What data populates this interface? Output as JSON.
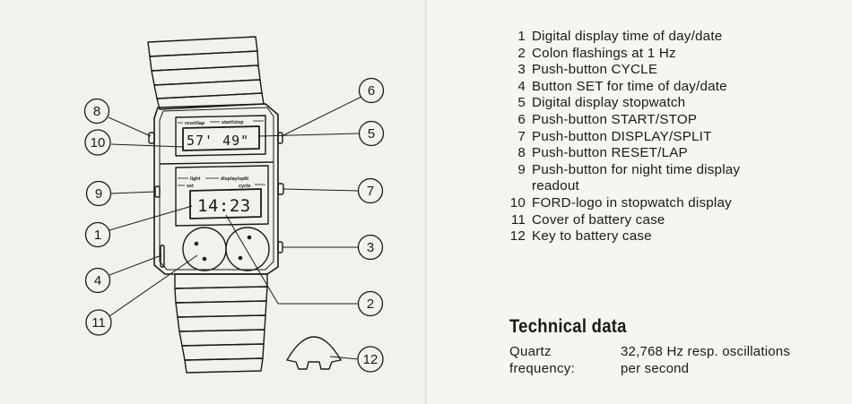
{
  "diagram": {
    "callouts": [
      "1",
      "2",
      "3",
      "4",
      "5",
      "6",
      "7",
      "8",
      "9",
      "10",
      "11",
      "12"
    ],
    "upper_display": "57' 49\"",
    "lower_display": "14:23",
    "upper_labels": {
      "left": "reset/lap",
      "right": "start/stop"
    },
    "lower_labels": {
      "light": "light",
      "set": "set",
      "display_split": "display/split",
      "cycle": "cycle"
    }
  },
  "legend": [
    {
      "num": "1",
      "text": "Digital display time of day/date"
    },
    {
      "num": "2",
      "text": "Colon flashings at 1 Hz"
    },
    {
      "num": "3",
      "text": "Push-button CYCLE"
    },
    {
      "num": "4",
      "text": "Button SET for time of day/date"
    },
    {
      "num": "5",
      "text": "Digital display stopwatch"
    },
    {
      "num": "6",
      "text": "Push-button START/STOP"
    },
    {
      "num": "7",
      "text": "Push-button DISPLAY/SPLIT"
    },
    {
      "num": "8",
      "text": "Push-button RESET/LAP"
    },
    {
      "num": "9",
      "text": "Push-button for night time display"
    },
    {
      "num": "",
      "text": "readout"
    },
    {
      "num": "10",
      "text": "FORD-logo in stopwatch display"
    },
    {
      "num": "11",
      "text": "Cover of battery case"
    },
    {
      "num": "12",
      "text": "Key to battery case"
    }
  ],
  "technical": {
    "title": "Technical data",
    "label_line1": "Quartz",
    "label_line2": "frequency:",
    "value_line1": "32,768 Hz resp. oscillations",
    "value_line2": "per second"
  }
}
